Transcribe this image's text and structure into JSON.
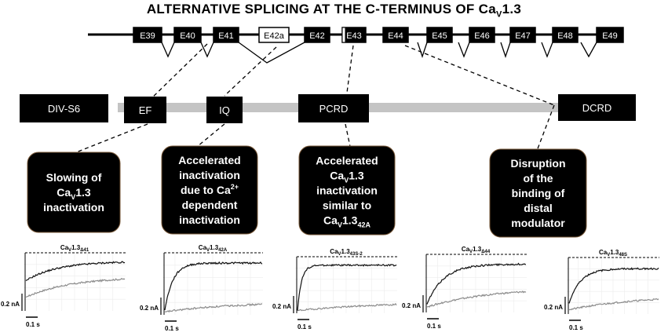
{
  "title": {
    "main": "ALTERNATIVE SPLICING AT THE C-TERMINUS OF Ca",
    "sub": "V",
    "tail": "1.3"
  },
  "exons": [
    "E39",
    "E40",
    "E41",
    "E42a",
    "E42",
    "E43",
    "E44",
    "E45",
    "E46",
    "E47",
    "E48",
    "E49"
  ],
  "domains": [
    "DIV-S6",
    "EF",
    "IQ",
    "PCRD",
    "DCRD"
  ],
  "effects": [
    {
      "lines": [
        "Slowing of",
        "Ca|V|1.3",
        "inactivation"
      ]
    },
    {
      "lines": [
        "Accelerated",
        "inactivation",
        "due to Ca|2+|",
        "dependent",
        "inactivation"
      ]
    },
    {
      "lines": [
        "Accelerated",
        "Ca|V|1.3",
        "inactivation",
        "similar to",
        "Ca|V|1.3|42A"
      ]
    },
    {
      "lines": [
        "Disruption",
        "of the",
        "binding of",
        "distal",
        "modulator"
      ]
    }
  ],
  "traces": [
    {
      "label_main": "Ca",
      "label_v": "V",
      "label_tail": "1.3",
      "label_sub": "Δ41"
    },
    {
      "label_main": "Ca",
      "label_v": "V",
      "label_tail": "1.3",
      "label_sub": "42A"
    },
    {
      "label_main": "Ca",
      "label_v": "V",
      "label_tail": "1.3",
      "label_sub": "43S-2"
    },
    {
      "label_main": "Ca",
      "label_v": "V",
      "label_tail": "1.3",
      "label_sub": "Δ44"
    },
    {
      "label_main": "Ca",
      "label_v": "V",
      "label_tail": "1.3",
      "label_sub": "48S"
    }
  ],
  "scale": {
    "current": "0.2 nA",
    "time": "0.1 s"
  },
  "colors": {
    "box": "#000000",
    "bar": "#c4c4c4",
    "trace_dark": "#111111",
    "trace_light": "#8c8c8c"
  }
}
